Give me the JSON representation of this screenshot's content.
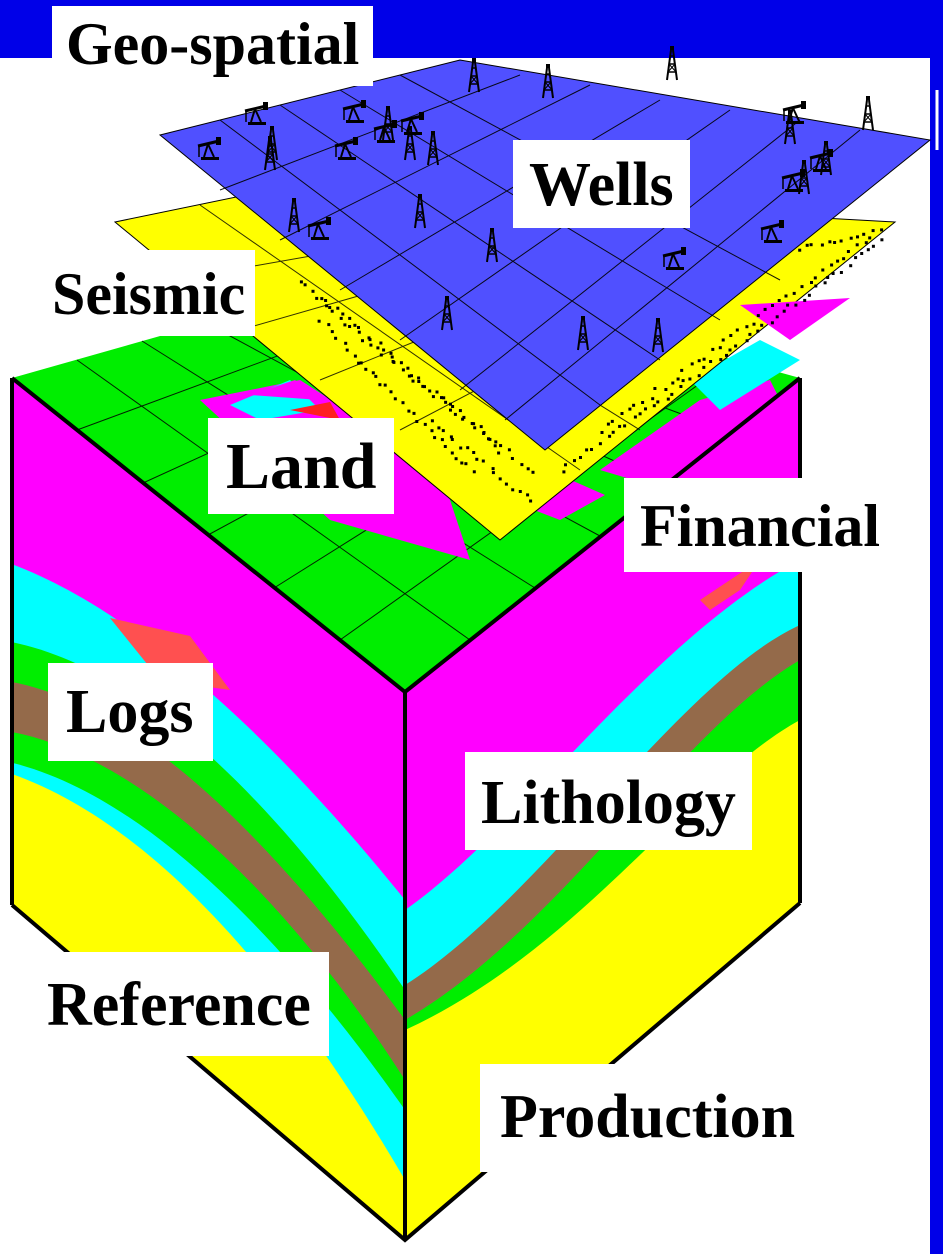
{
  "colors": {
    "background_blue": "#0000e8",
    "wells_plane": "#5050ff",
    "seismic_plane": "#ffff00",
    "land_green": "#00ee00",
    "lithology_magenta": "#ff00ff",
    "cyan_layer": "#00ffff",
    "brown_layer": "#946a4a",
    "yellow_layer": "#ffff00",
    "red_accent": "#ff5050",
    "edge_black": "#000000"
  },
  "labels": {
    "geo_spatial": "Geo-spatial",
    "wells": "Wells",
    "seismic": "Seismic",
    "land": "Land",
    "financial": "Financial",
    "logs": "Logs",
    "lithology": "Lithology",
    "reference": "Reference",
    "production": "Production"
  },
  "icons": {
    "well": "oil-derrick-icon",
    "pump": "pump-jack-icon"
  }
}
